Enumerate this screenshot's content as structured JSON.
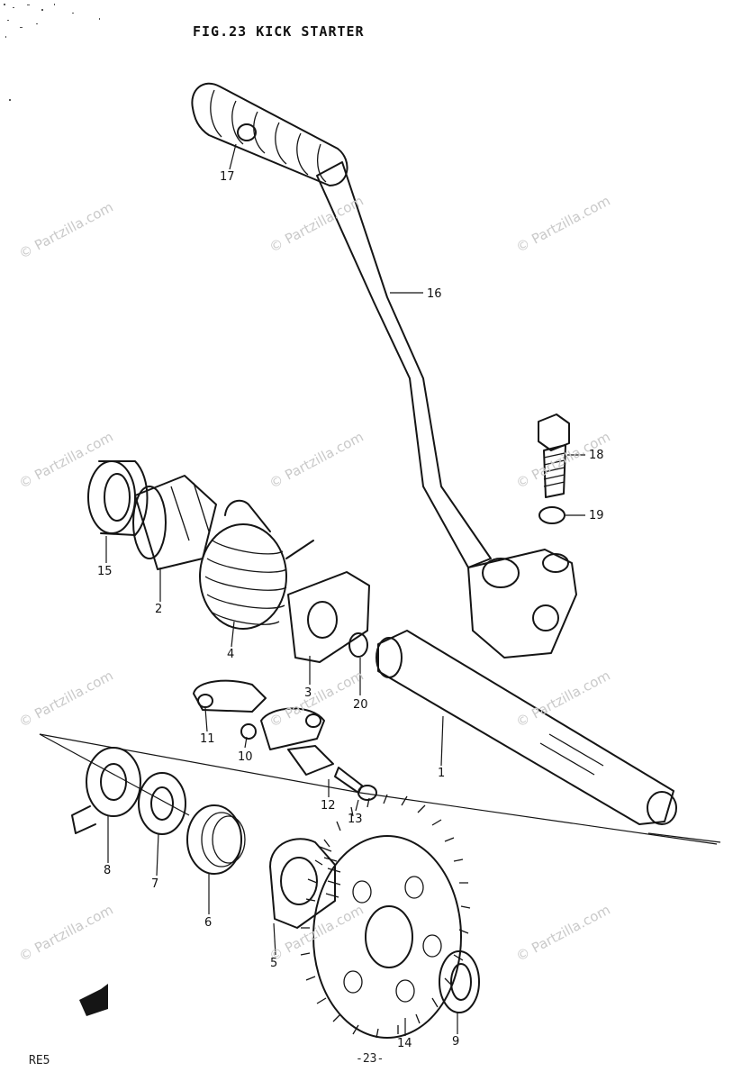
{
  "title": "FIG.23  KICK STARTER",
  "footer": {
    "model": "RE5",
    "page": "-23-"
  },
  "watermark": "© Partzilla.com",
  "callouts": [
    "1",
    "2",
    "3",
    "4",
    "5",
    "6",
    "7",
    "8",
    "9",
    "10",
    "11",
    "12",
    "13",
    "14",
    "15",
    "16",
    "17",
    "18",
    "19",
    "20"
  ]
}
